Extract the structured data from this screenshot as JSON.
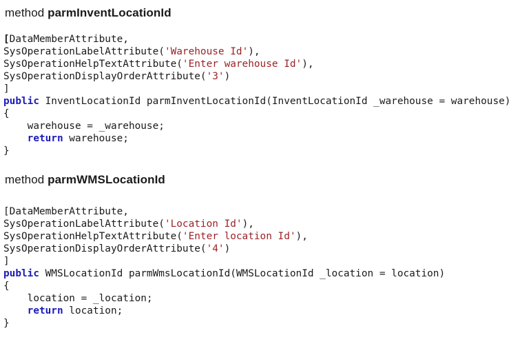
{
  "colors": {
    "background": "#ffffff",
    "text": "#1a1a1a",
    "keyword": "#1a1ab9",
    "string": "#9b2226"
  },
  "sections": [
    {
      "heading_prefix": "method ",
      "heading_name": "parmInventLocationId",
      "code_lines": [
        [
          {
            "t": "[",
            "s": "b"
          },
          {
            "t": "DataMemberAttribute,",
            "s": "p"
          }
        ],
        [
          {
            "t": "SysOperationLabelAttribute(",
            "s": "p"
          },
          {
            "t": "'Warehouse Id'",
            "s": "str"
          },
          {
            "t": "),",
            "s": "p"
          }
        ],
        [
          {
            "t": "SysOperationHelpTextAttribute(",
            "s": "p"
          },
          {
            "t": "'Enter warehouse Id'",
            "s": "str"
          },
          {
            "t": "),",
            "s": "p"
          }
        ],
        [
          {
            "t": "SysOperationDisplayOrderAttribute(",
            "s": "p"
          },
          {
            "t": "'3'",
            "s": "str"
          },
          {
            "t": ")",
            "s": "p"
          }
        ],
        [
          {
            "t": "]",
            "s": "p"
          }
        ],
        [
          {
            "t": "public",
            "s": "kw"
          },
          {
            "t": " InventLocationId parmInventLocationId(InventLocationId _warehouse = warehouse)",
            "s": "p"
          }
        ],
        [
          {
            "t": "{",
            "s": "p"
          }
        ],
        [
          {
            "t": "    warehouse = _warehouse;",
            "s": "p"
          }
        ],
        [
          {
            "t": "    ",
            "s": "p"
          },
          {
            "t": "return",
            "s": "kw"
          },
          {
            "t": " warehouse;",
            "s": "p"
          }
        ],
        [
          {
            "t": "}",
            "s": "p"
          }
        ]
      ]
    },
    {
      "heading_prefix": "method ",
      "heading_name": "parmWMSLocationId",
      "code_lines": [
        [
          {
            "t": "[DataMemberAttribute,",
            "s": "p"
          }
        ],
        [
          {
            "t": "SysOperationLabelAttribute(",
            "s": "p"
          },
          {
            "t": "'Location Id'",
            "s": "str"
          },
          {
            "t": "),",
            "s": "p"
          }
        ],
        [
          {
            "t": "SysOperationHelpTextAttribute(",
            "s": "p"
          },
          {
            "t": "'Enter location Id'",
            "s": "str"
          },
          {
            "t": "),",
            "s": "p"
          }
        ],
        [
          {
            "t": "SysOperationDisplayOrderAttribute(",
            "s": "p"
          },
          {
            "t": "'4'",
            "s": "str"
          },
          {
            "t": ")",
            "s": "p"
          }
        ],
        [
          {
            "t": "]",
            "s": "p"
          }
        ],
        [
          {
            "t": "public",
            "s": "kw"
          },
          {
            "t": " WMSLocationId parmWmsLocationId(WMSLocationId _location = location)",
            "s": "p"
          }
        ],
        [
          {
            "t": "{",
            "s": "p"
          }
        ],
        [
          {
            "t": "    location = _location;",
            "s": "p"
          }
        ],
        [
          {
            "t": "    ",
            "s": "p"
          },
          {
            "t": "return",
            "s": "kw"
          },
          {
            "t": " location;",
            "s": "p"
          }
        ],
        [
          {
            "t": "}",
            "s": "p"
          }
        ]
      ]
    }
  ]
}
